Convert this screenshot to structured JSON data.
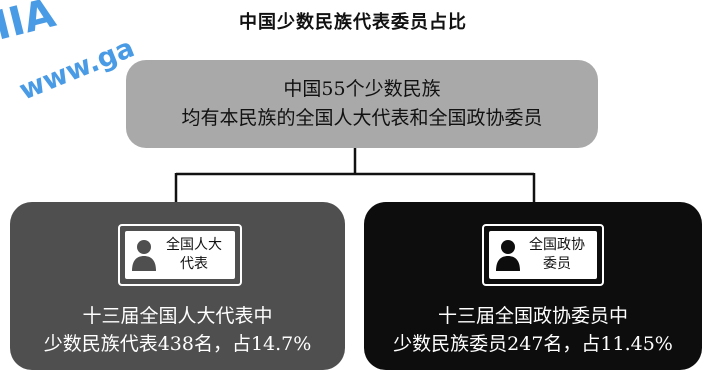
{
  "title": "中国少数民族代表委员占比",
  "watermark": {
    "letters": "www.ga",
    "logo": "IIA",
    "color": "#2a8ae0"
  },
  "top_box": {
    "line1": "中国55个少数民族",
    "line2": "均有本民族的全国人大代表和全国政协委员",
    "color": "#a9a9a9"
  },
  "cards": [
    {
      "badge_line1": "全国人大",
      "badge_line2": "代表",
      "text_line1": "十三届全国人大代表中",
      "text_line2": "少数民族代表438名，占14.7%",
      "icon": "person-icon",
      "color": "#4f4f4f"
    },
    {
      "badge_line1": "全国政协",
      "badge_line2": "委员",
      "text_line1": "十三届全国政协委员中",
      "text_line2": "少数民族委员247名，占11.45%",
      "icon": "person-icon",
      "color": "#0d0d0d"
    }
  ]
}
